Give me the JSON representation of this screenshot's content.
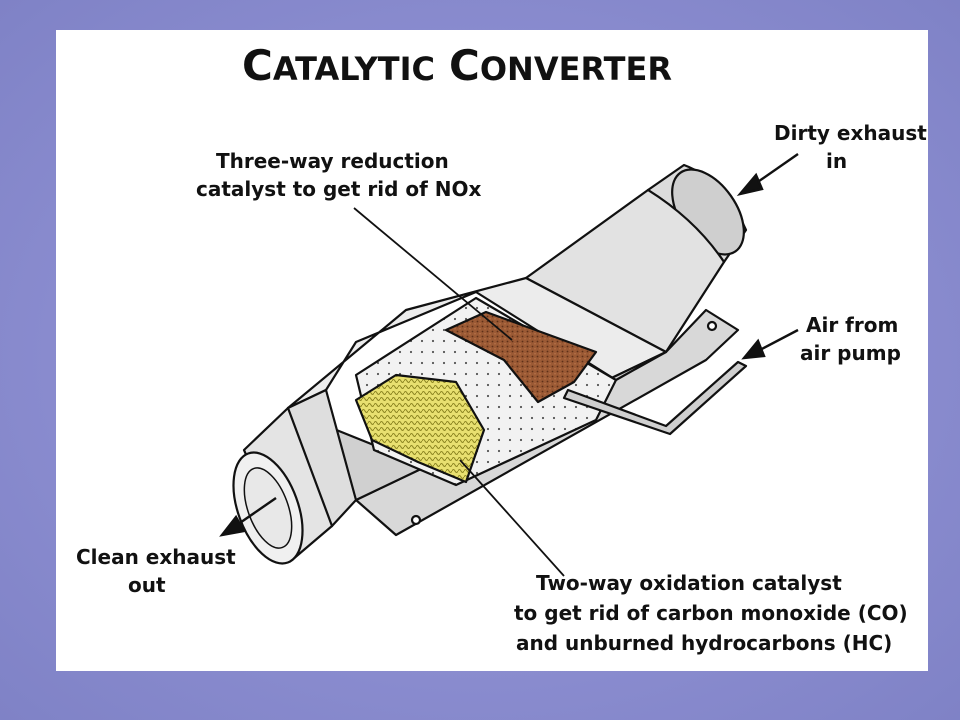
{
  "title": {
    "first_initial": "C",
    "first_rest": "ATALYTIC",
    "second_initial": "C",
    "second_rest": "ONVERTER"
  },
  "labels": {
    "dirty_exhaust": [
      "Dirty exhaust",
      "in"
    ],
    "three_way": [
      "Three-way reduction",
      "catalyst to get rid of NOx"
    ],
    "air_pump": [
      "Air from",
      "air pump"
    ],
    "clean_exhaust": [
      "Clean exhaust",
      "out"
    ],
    "two_way": [
      "Two-way oxidation catalyst",
      "to get rid of carbon monoxide (CO)",
      "and unburned hydrocarbons (HC)"
    ]
  },
  "colors": {
    "background": "#8a8ccf",
    "panel": "#ffffff",
    "shell": "#e6e6e6",
    "shell_dark": "#bdbdbd",
    "reduction_catalyst": "#9b5a35",
    "oxidation_catalyst": "#e8e070",
    "outline": "#111111"
  }
}
